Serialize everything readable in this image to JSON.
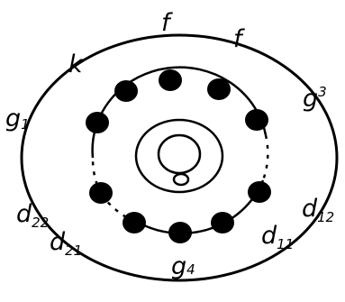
{
  "diagram": {
    "colors": {
      "ink": "#000000",
      "background": "#ffffff"
    },
    "labels": [
      {
        "id": "f-left",
        "main": "f",
        "sub": ""
      },
      {
        "id": "f-right",
        "main": "f",
        "sub": ""
      },
      {
        "id": "k",
        "main": "k",
        "sub": ""
      },
      {
        "id": "g1",
        "main": "g",
        "sub": "1"
      },
      {
        "id": "g3",
        "main": "g",
        "sub": "3"
      },
      {
        "id": "d22",
        "main": "d",
        "sub": "22"
      },
      {
        "id": "d12",
        "main": "d",
        "sub": "12"
      },
      {
        "id": "d21",
        "main": "d",
        "sub": "21"
      },
      {
        "id": "d11",
        "main": "d",
        "sub": "11"
      },
      {
        "id": "g4",
        "main": "g",
        "sub": "4"
      }
    ],
    "pins": [
      {
        "id": "pin-1"
      },
      {
        "id": "pin-2"
      },
      {
        "id": "pin-3"
      },
      {
        "id": "pin-4"
      },
      {
        "id": "pin-5"
      },
      {
        "id": "pin-6"
      },
      {
        "id": "pin-7"
      },
      {
        "id": "pin-8"
      },
      {
        "id": "pin-9"
      },
      {
        "id": "pin-10"
      }
    ]
  }
}
